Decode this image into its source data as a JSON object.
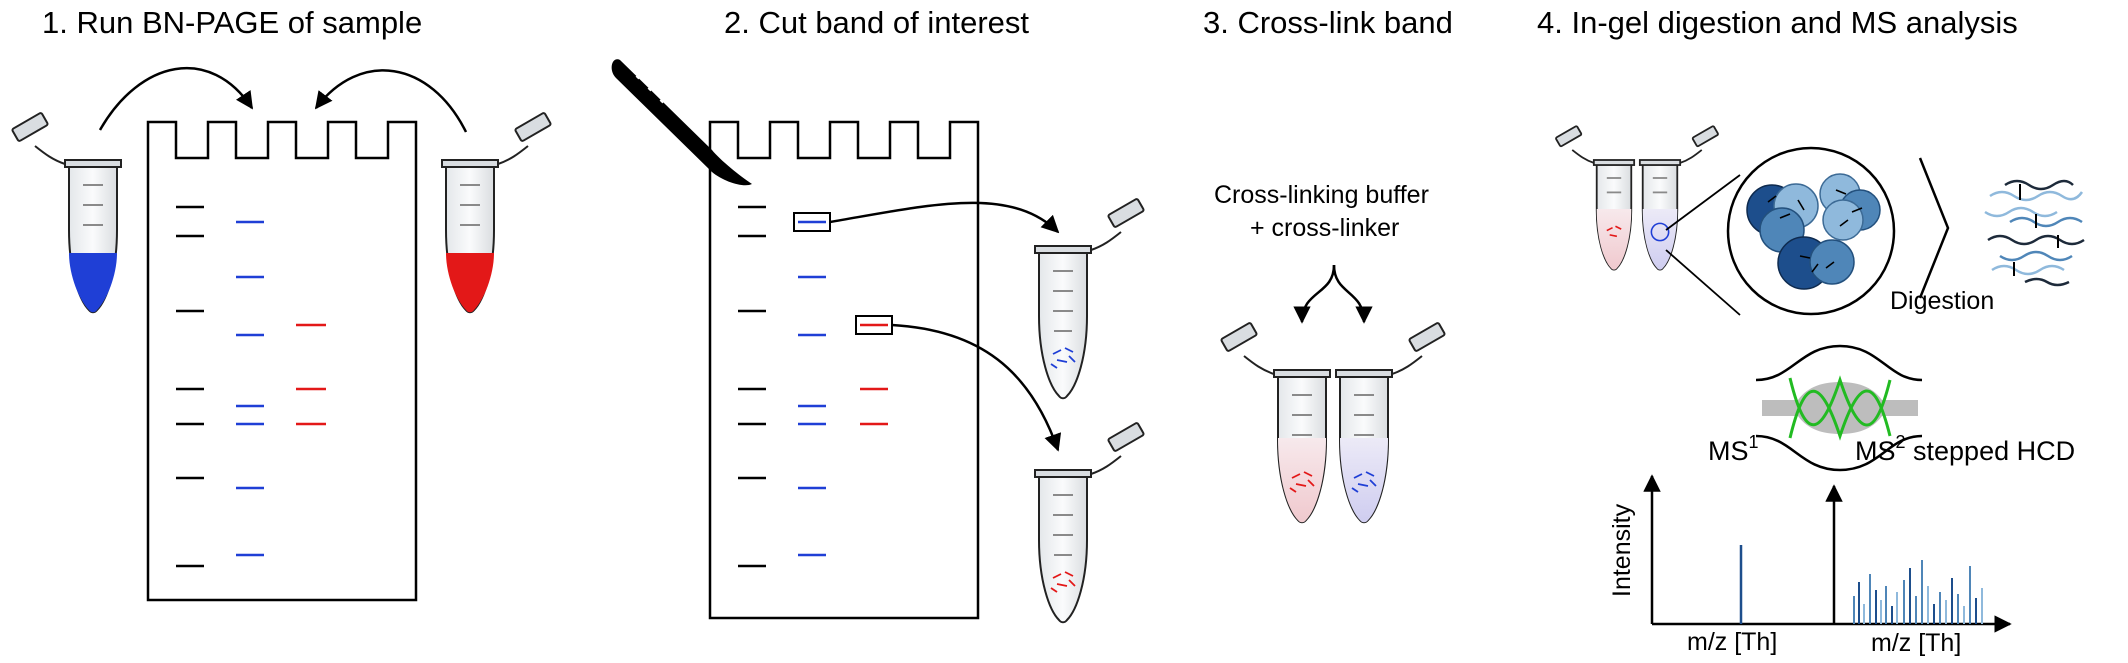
{
  "steps": [
    {
      "title": "1. Run BN-PAGE of sample"
    },
    {
      "title": "2. Cut band of interest"
    },
    {
      "title": "3. Cross-link band"
    },
    {
      "title": "4. In-gel digestion and MS analysis"
    }
  ],
  "step3": {
    "buffer_line1": "Cross-linking buffer",
    "buffer_line2": "+ cross-linker"
  },
  "step4": {
    "digestion_label": "Digestion",
    "ms1_label": "MS",
    "ms1_sup": "1",
    "ms2_label": "MS",
    "ms2_sup": "2",
    "ms2_suffix": " stepped HCD",
    "y_axis_label": "Intensity",
    "x_axis_label_1": "m/z [Th]",
    "x_axis_label_2": "m/z [Th]"
  },
  "colors": {
    "blue_sample": "#1f3fd6",
    "red_sample": "#e31818",
    "dark_blue": "#1d4e8c",
    "mid_blue": "#4f86b8",
    "light_blue": "#8fb9dc",
    "green": "#22bb22",
    "grey": "#bdbdbd",
    "ink": "#000000"
  }
}
